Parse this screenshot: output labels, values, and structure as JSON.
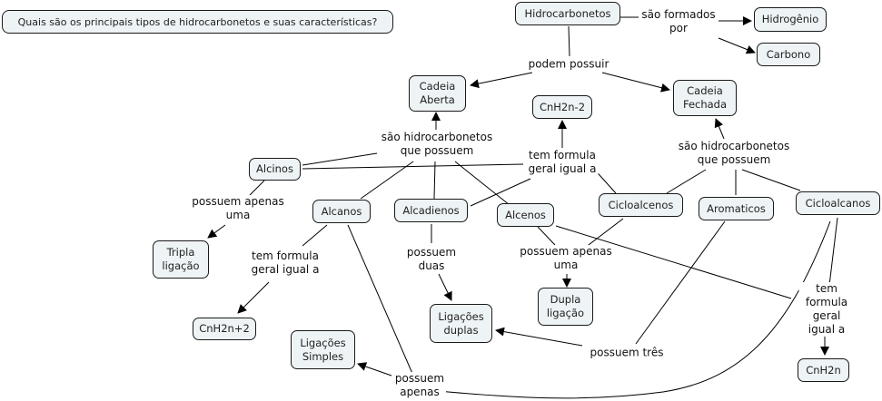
{
  "question": "Quais são os principais tipos de hidrocarbonetos e suas características?",
  "concepts": {
    "hidrocarbonetos": "Hidrocarbonetos",
    "hidrogenio": "Hidrogênio",
    "carbono": "Carbono",
    "cadeia_aberta": "Cadeia\nAberta",
    "cadeia_fechada": "Cadeia\nFechada",
    "cnh2n_minus2": "CnH2n-2",
    "alcinos": "Alcinos",
    "alcanos": "Alcanos",
    "alcadienos": "Alcadienos",
    "alcenos": "Alcenos",
    "cicloalcenos": "Cicloalcenos",
    "aromaticos": "Aromaticos",
    "cicloalcanos": "Cicloalcanos",
    "tripla_ligacao": "Tripla\nligação",
    "cnh2n_plus2": "CnH2n+2",
    "ligacoes_duplas": "Ligações\nduplas",
    "dupla_ligacao": "Dupla\nligação",
    "ligacoes_simples": "Ligações\nSimples",
    "cnh2n": "CnH2n"
  },
  "phrases": {
    "sao_formados_por": "são formados\npor",
    "podem_possuir": "podem possuir",
    "sao_hidro_aberta": "são hidrocarbonetos\nque possuem",
    "sao_hidro_fechada": "são hidrocarbonetos\nque possuem",
    "tem_formula_alcinos": "tem formula\ngeral igual a",
    "possuem_apenas_uma_alcinos": "possuem apenas\numa",
    "tem_formula_alcanos": "tem formula\ngeral igual a",
    "possuem_duas": "possuem\nduas",
    "possuem_apenas_uma_alcenos": "possuem apenas\numa",
    "tem_formula_ciclo": "tem formula\ngeral igual a",
    "possuem_tres": "possuem três",
    "possuem_apenas": "possuem\napenas"
  }
}
